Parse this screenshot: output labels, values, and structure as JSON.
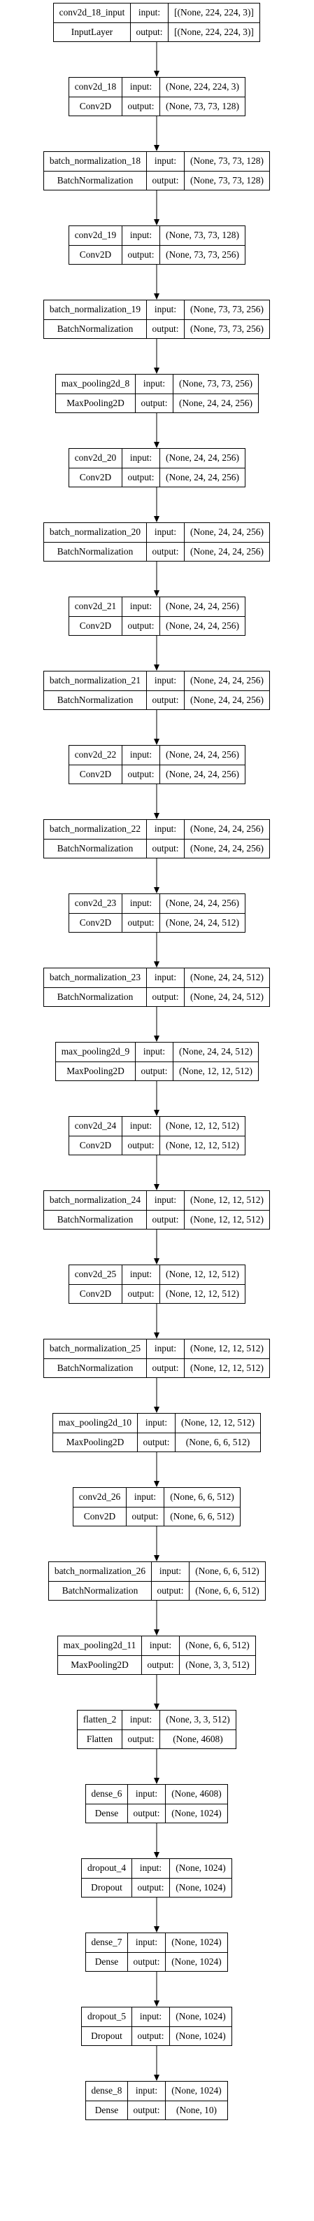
{
  "labels": {
    "input": "input:",
    "output": "output:"
  },
  "layers": [
    {
      "name": "conv2d_18_input",
      "type": "InputLayer",
      "input": "[(None, 224, 224, 3)]",
      "output": "[(None, 224, 224, 3)]"
    },
    {
      "name": "conv2d_18",
      "type": "Conv2D",
      "input": "(None, 224, 224, 3)",
      "output": "(None, 73, 73, 128)"
    },
    {
      "name": "batch_normalization_18",
      "type": "BatchNormalization",
      "input": "(None, 73, 73, 128)",
      "output": "(None, 73, 73, 128)"
    },
    {
      "name": "conv2d_19",
      "type": "Conv2D",
      "input": "(None, 73, 73, 128)",
      "output": "(None, 73, 73, 256)"
    },
    {
      "name": "batch_normalization_19",
      "type": "BatchNormalization",
      "input": "(None, 73, 73, 256)",
      "output": "(None, 73, 73, 256)"
    },
    {
      "name": "max_pooling2d_8",
      "type": "MaxPooling2D",
      "input": "(None, 73, 73, 256)",
      "output": "(None, 24, 24, 256)"
    },
    {
      "name": "conv2d_20",
      "type": "Conv2D",
      "input": "(None, 24, 24, 256)",
      "output": "(None, 24, 24, 256)"
    },
    {
      "name": "batch_normalization_20",
      "type": "BatchNormalization",
      "input": "(None, 24, 24, 256)",
      "output": "(None, 24, 24, 256)"
    },
    {
      "name": "conv2d_21",
      "type": "Conv2D",
      "input": "(None, 24, 24, 256)",
      "output": "(None, 24, 24, 256)"
    },
    {
      "name": "batch_normalization_21",
      "type": "BatchNormalization",
      "input": "(None, 24, 24, 256)",
      "output": "(None, 24, 24, 256)"
    },
    {
      "name": "conv2d_22",
      "type": "Conv2D",
      "input": "(None, 24, 24, 256)",
      "output": "(None, 24, 24, 256)"
    },
    {
      "name": "batch_normalization_22",
      "type": "BatchNormalization",
      "input": "(None, 24, 24, 256)",
      "output": "(None, 24, 24, 256)"
    },
    {
      "name": "conv2d_23",
      "type": "Conv2D",
      "input": "(None, 24, 24, 256)",
      "output": "(None, 24, 24, 512)"
    },
    {
      "name": "batch_normalization_23",
      "type": "BatchNormalization",
      "input": "(None, 24, 24, 512)",
      "output": "(None, 24, 24, 512)"
    },
    {
      "name": "max_pooling2d_9",
      "type": "MaxPooling2D",
      "input": "(None, 24, 24, 512)",
      "output": "(None, 12, 12, 512)"
    },
    {
      "name": "conv2d_24",
      "type": "Conv2D",
      "input": "(None, 12, 12, 512)",
      "output": "(None, 12, 12, 512)"
    },
    {
      "name": "batch_normalization_24",
      "type": "BatchNormalization",
      "input": "(None, 12, 12, 512)",
      "output": "(None, 12, 12, 512)"
    },
    {
      "name": "conv2d_25",
      "type": "Conv2D",
      "input": "(None, 12, 12, 512)",
      "output": "(None, 12, 12, 512)"
    },
    {
      "name": "batch_normalization_25",
      "type": "BatchNormalization",
      "input": "(None, 12, 12, 512)",
      "output": "(None, 12, 12, 512)"
    },
    {
      "name": "max_pooling2d_10",
      "type": "MaxPooling2D",
      "input": "(None, 12, 12, 512)",
      "output": "(None, 6, 6, 512)"
    },
    {
      "name": "conv2d_26",
      "type": "Conv2D",
      "input": "(None, 6, 6, 512)",
      "output": "(None, 6, 6, 512)"
    },
    {
      "name": "batch_normalization_26",
      "type": "BatchNormalization",
      "input": "(None, 6, 6, 512)",
      "output": "(None, 6, 6, 512)"
    },
    {
      "name": "max_pooling2d_11",
      "type": "MaxPooling2D",
      "input": "(None, 6, 6, 512)",
      "output": "(None, 3, 3, 512)"
    },
    {
      "name": "flatten_2",
      "type": "Flatten",
      "input": "(None, 3, 3, 512)",
      "output": "(None, 4608)"
    },
    {
      "name": "dense_6",
      "type": "Dense",
      "input": "(None, 4608)",
      "output": "(None, 1024)"
    },
    {
      "name": "dropout_4",
      "type": "Dropout",
      "input": "(None, 1024)",
      "output": "(None, 1024)"
    },
    {
      "name": "dense_7",
      "type": "Dense",
      "input": "(None, 1024)",
      "output": "(None, 1024)"
    },
    {
      "name": "dropout_5",
      "type": "Dropout",
      "input": "(None, 1024)",
      "output": "(None, 1024)"
    },
    {
      "name": "dense_8",
      "type": "Dense",
      "input": "(None, 1024)",
      "output": "(None, 10)"
    }
  ]
}
